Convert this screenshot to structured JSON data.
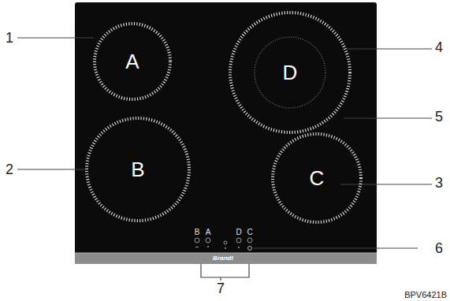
{
  "diagram": {
    "nodes": [
      {
        "text": [
          "A"
        ]
      },
      {
        "text": [
          "D"
        ]
      },
      {
        "text": [
          "B"
        ]
      },
      {
        "text": [
          "C"
        ]
      }
    ],
    "labels": [
      "1",
      "2",
      "3",
      "4",
      "5",
      "6",
      "7",
      "B",
      "A",
      "D",
      "C",
      "Brandt",
      "BPV6421B"
    ]
  }
}
